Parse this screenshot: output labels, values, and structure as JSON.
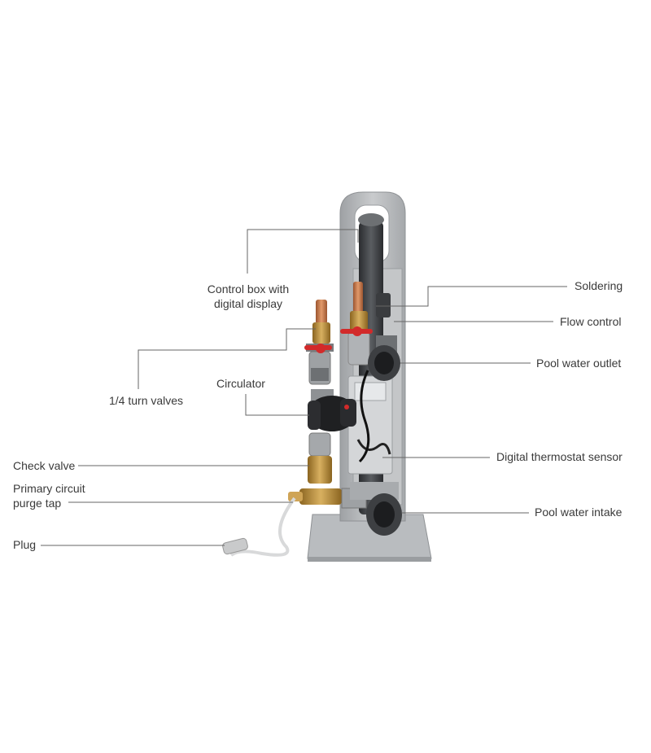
{
  "labels": {
    "control_box_line1": "Control box with",
    "control_box_line2": "digital display",
    "soldering": "Soldering",
    "flow_control": "Flow control",
    "pool_water_outlet": "Pool water outlet",
    "turn_valves": "1/4 turn valves",
    "circulator": "Circulator",
    "check_valve": "Check valve",
    "digital_thermostat_sensor": "Digital thermostat sensor",
    "primary_circuit_line1": "Primary circuit",
    "primary_circuit_line2": "purge tap",
    "pool_water_intake": "Pool water intake",
    "plug": "Plug"
  },
  "colors": {
    "frame": "#b4b7ba",
    "frame_dark": "#8e9194",
    "pipe": "#3d3f42",
    "brass": "#b88a3a",
    "copper": "#c8774a",
    "valve_handle": "#d22a2a",
    "leader_line": "#666666"
  }
}
